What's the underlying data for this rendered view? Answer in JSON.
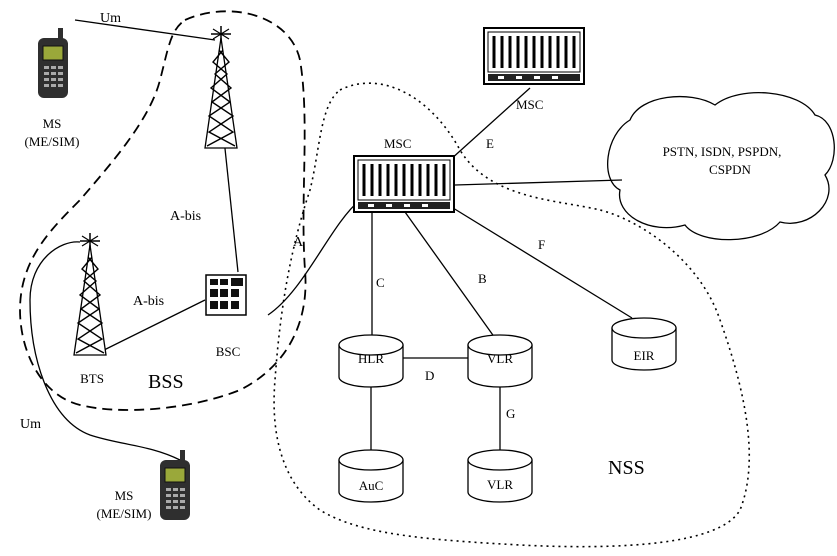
{
  "labels": {
    "um_top": "Um",
    "um_bottom": "Um",
    "ms_top": "MS",
    "ms_top_sub": "(ME/SIM)",
    "ms_bottom": "MS",
    "ms_bottom_sub": "(ME/SIM)",
    "abis_upper": "A-bis",
    "abis_lower": "A-bis",
    "bts": "BTS",
    "bsc": "BSC",
    "bss": "BSS",
    "a": "A",
    "msc_main": "MSC",
    "msc_top": "MSC",
    "e": "E",
    "f": "F",
    "c": "C",
    "b": "B",
    "d": "D",
    "g": "G",
    "hlr": "HLR",
    "vlr1": "VLR",
    "vlr2": "VLR",
    "eir": "EIR",
    "auc": "AuC",
    "nss": "NSS",
    "cloud_line1": "PSTN, ISDN, PSPDN,",
    "cloud_line2": "CSPDN"
  },
  "colors": {
    "stroke": "#000000",
    "phone_screen": "#9aa83a",
    "phone_body": "#2f2f2f"
  },
  "icons": [
    "cell-tower-icon",
    "mobile-phone-icon",
    "switch-rack-icon",
    "database-cylinder-icon",
    "cloud-icon"
  ]
}
